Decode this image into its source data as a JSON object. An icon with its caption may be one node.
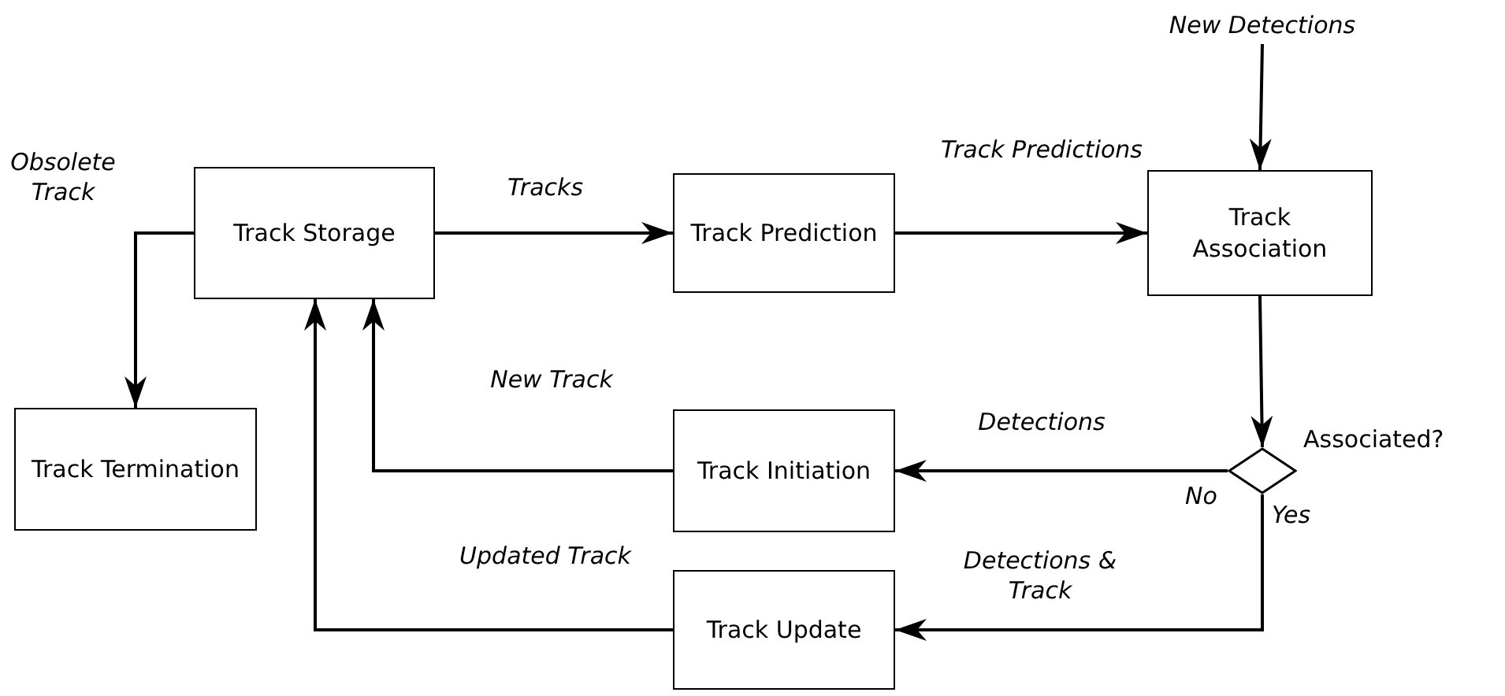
{
  "diagram": {
    "nodes": [
      {
        "text": [
          "New Detections"
        ]
      },
      {
        "text": [
          "Track Storage"
        ]
      },
      {
        "text": [
          "Track Prediction"
        ]
      },
      {
        "text": [
          "Track Association"
        ]
      },
      {
        "text": [
          "Track Termination"
        ]
      },
      {
        "text": [
          "Track Initiation"
        ]
      },
      {
        "text": [],
        "shape": "diamond",
        "beside": [
          "Associated?"
        ]
      },
      {
        "text": [
          "Track Update"
        ]
      }
    ],
    "edges": [
      {
        "from": 0,
        "to": 3,
        "arrow": "to"
      },
      {
        "from": 1,
        "to": 2,
        "arrow": "to",
        "label": "Tracks"
      },
      {
        "from": 2,
        "to": 3,
        "arrow": "to",
        "label": "Track Predictions"
      },
      {
        "from": 3,
        "to": 6,
        "arrow": "to"
      },
      {
        "from": 6,
        "to": 5,
        "arrow": "to",
        "label": "Detections"
      },
      {
        "from": 6,
        "to": 7,
        "arrow": "to",
        "label": "Detections & Track"
      },
      {
        "from": 5,
        "to": 1,
        "arrow": "to",
        "label": "New Track"
      },
      {
        "from": 7,
        "to": 1,
        "arrow": "to",
        "label": "Updated Track"
      },
      {
        "from": 1,
        "to": 4,
        "arrow": "to",
        "label": "Obsolete Track"
      }
    ],
    "labels": [
      "No",
      "Yes"
    ]
  }
}
